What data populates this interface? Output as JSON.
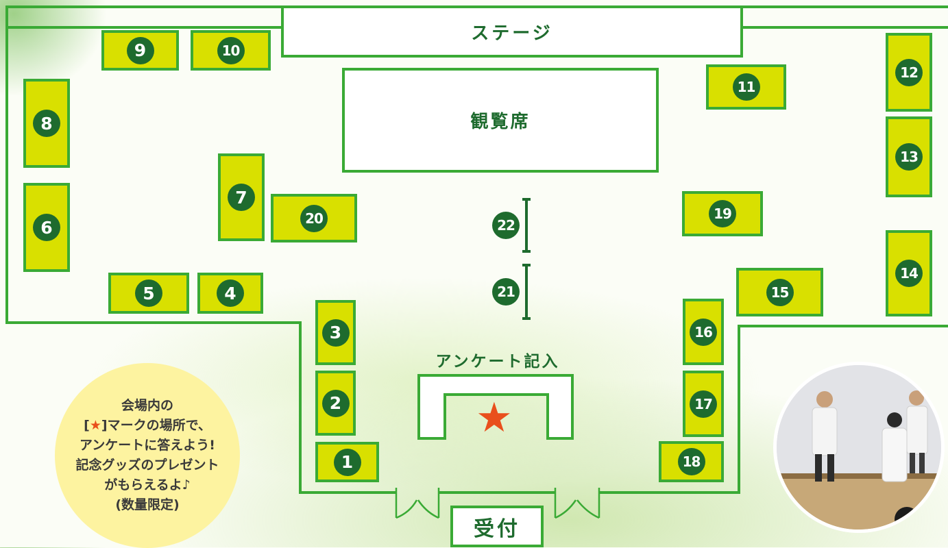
{
  "map": {
    "stage_label": "ステージ",
    "seating_label": "観覧席",
    "survey_label": "アンケート記入",
    "reception_label": "受付",
    "star_glyph": "★"
  },
  "booths": [
    {
      "n": "1"
    },
    {
      "n": "2"
    },
    {
      "n": "3"
    },
    {
      "n": "4"
    },
    {
      "n": "5"
    },
    {
      "n": "6"
    },
    {
      "n": "7"
    },
    {
      "n": "8"
    },
    {
      "n": "9"
    },
    {
      "n": "10"
    },
    {
      "n": "11"
    },
    {
      "n": "12"
    },
    {
      "n": "13"
    },
    {
      "n": "14"
    },
    {
      "n": "15"
    },
    {
      "n": "16"
    },
    {
      "n": "17"
    },
    {
      "n": "18"
    },
    {
      "n": "19"
    },
    {
      "n": "20"
    },
    {
      "n": "21"
    },
    {
      "n": "22"
    }
  ],
  "info": {
    "line1": "会場内の",
    "line2_open": "[",
    "line2_star": "★",
    "line2_rest": "]マークの場所で、",
    "line3": "アンケートに答えよう!",
    "line4": "記念グッズのプレゼント",
    "line5": "がもらえるよ♪",
    "line6": "(数量限定)"
  },
  "colors": {
    "wall": "#3aaa35",
    "booth_fill": "#d9e000",
    "number_badge": "#1e6b2e",
    "star": "#e94f1c",
    "info_bubble": "#fdf3a0"
  }
}
